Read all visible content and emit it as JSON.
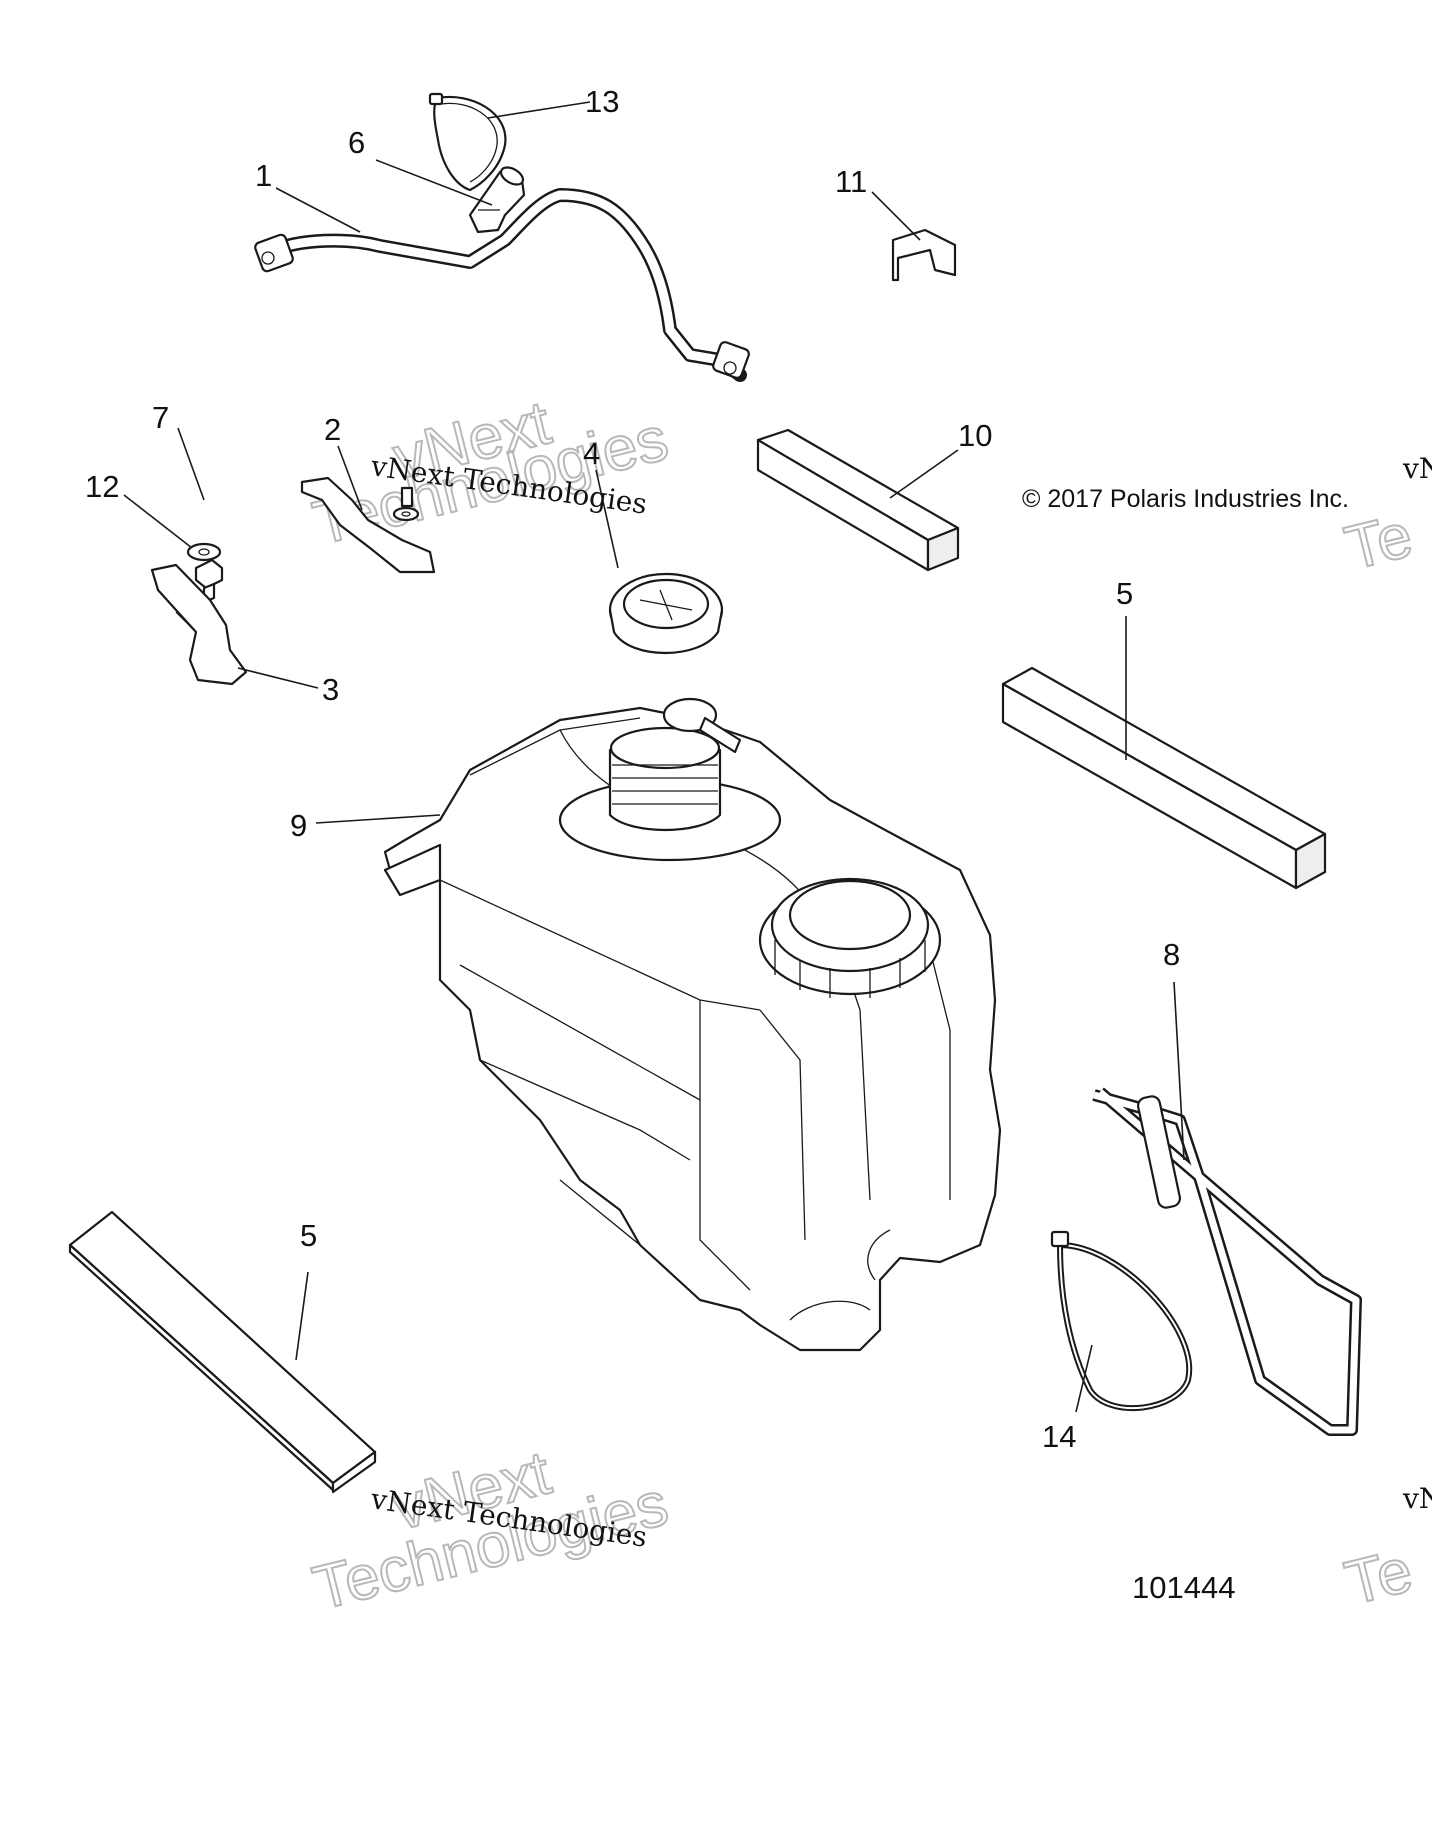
{
  "diagram": {
    "copyright": "© 2017 Polaris Industries Inc.",
    "drawing_number": "101444",
    "callouts": [
      {
        "id": "1",
        "part": "fuel-vent-hose"
      },
      {
        "id": "2",
        "part": "bracket-left"
      },
      {
        "id": "3",
        "part": "mounting-bracket"
      },
      {
        "id": "4",
        "part": "fuel-cap"
      },
      {
        "id": "5",
        "part": "foam-pad-right"
      },
      {
        "id": "5",
        "part": "foam-pad-left"
      },
      {
        "id": "6",
        "part": "check-valve"
      },
      {
        "id": "7",
        "part": "bolt"
      },
      {
        "id": "8",
        "part": "fuel-line"
      },
      {
        "id": "9",
        "part": "fuel-tank"
      },
      {
        "id": "10",
        "part": "foam-pad-top"
      },
      {
        "id": "11",
        "part": "clip"
      },
      {
        "id": "12",
        "part": "washer"
      },
      {
        "id": "13",
        "part": "hose-clamp"
      },
      {
        "id": "14",
        "part": "cable-tie"
      }
    ]
  },
  "watermark": {
    "line_serif": "vNext Technologies",
    "outline_top": "vNext",
    "outline_bottom": "Technologies",
    "edge_fragment_top": "vN",
    "edge_fragment_bottom": "Te"
  }
}
